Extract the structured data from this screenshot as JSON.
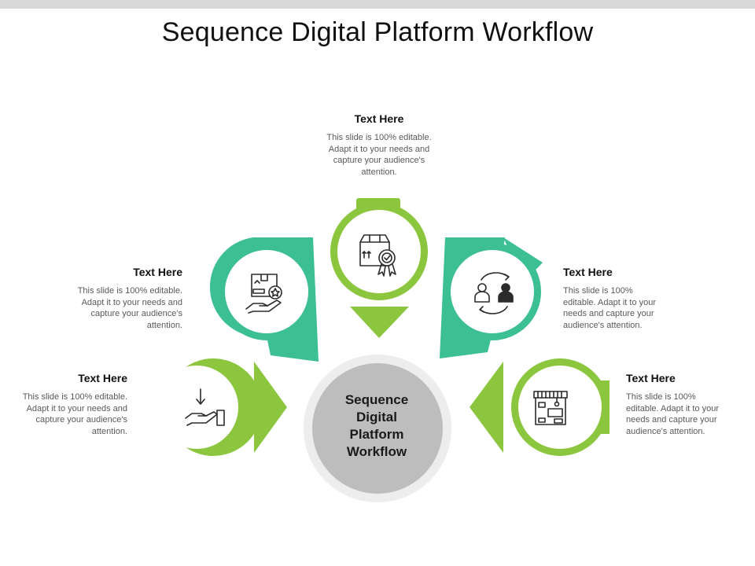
{
  "title": "Sequence Digital Platform Workflow",
  "center": {
    "line1": "Sequence",
    "line2": "Digital",
    "line3": "Platform",
    "line4": "Workflow"
  },
  "colors": {
    "green": "#8CC63F",
    "teal": "#3CBF93",
    "center_fill": "#BDBDBD",
    "center_ring": "#EDEDED"
  },
  "steps": [
    {
      "heading": "Text Here",
      "desc": "This slide is 100% editable. Adapt it to your needs and capture your audience's attention.",
      "icon": "hand-receive-icon",
      "color": "green"
    },
    {
      "heading": "Text Here",
      "desc": "This slide is 100% editable. Adapt it to your needs and capture your audience's attention.",
      "icon": "product-in-hand-icon",
      "color": "teal"
    },
    {
      "heading": "Text Here",
      "desc": "This slide is 100% editable. Adapt it to your needs and capture your audience's attention.",
      "icon": "box-quality-badge-icon",
      "color": "green"
    },
    {
      "heading": "Text Here",
      "desc": "This slide is 100% editable. Adapt it to your needs and capture your audience's attention.",
      "icon": "user-exchange-icon",
      "color": "teal"
    },
    {
      "heading": "Text Here",
      "desc": "This slide is 100% editable. Adapt it to your needs and capture your audience's attention.",
      "icon": "storefront-icon",
      "color": "green"
    }
  ]
}
